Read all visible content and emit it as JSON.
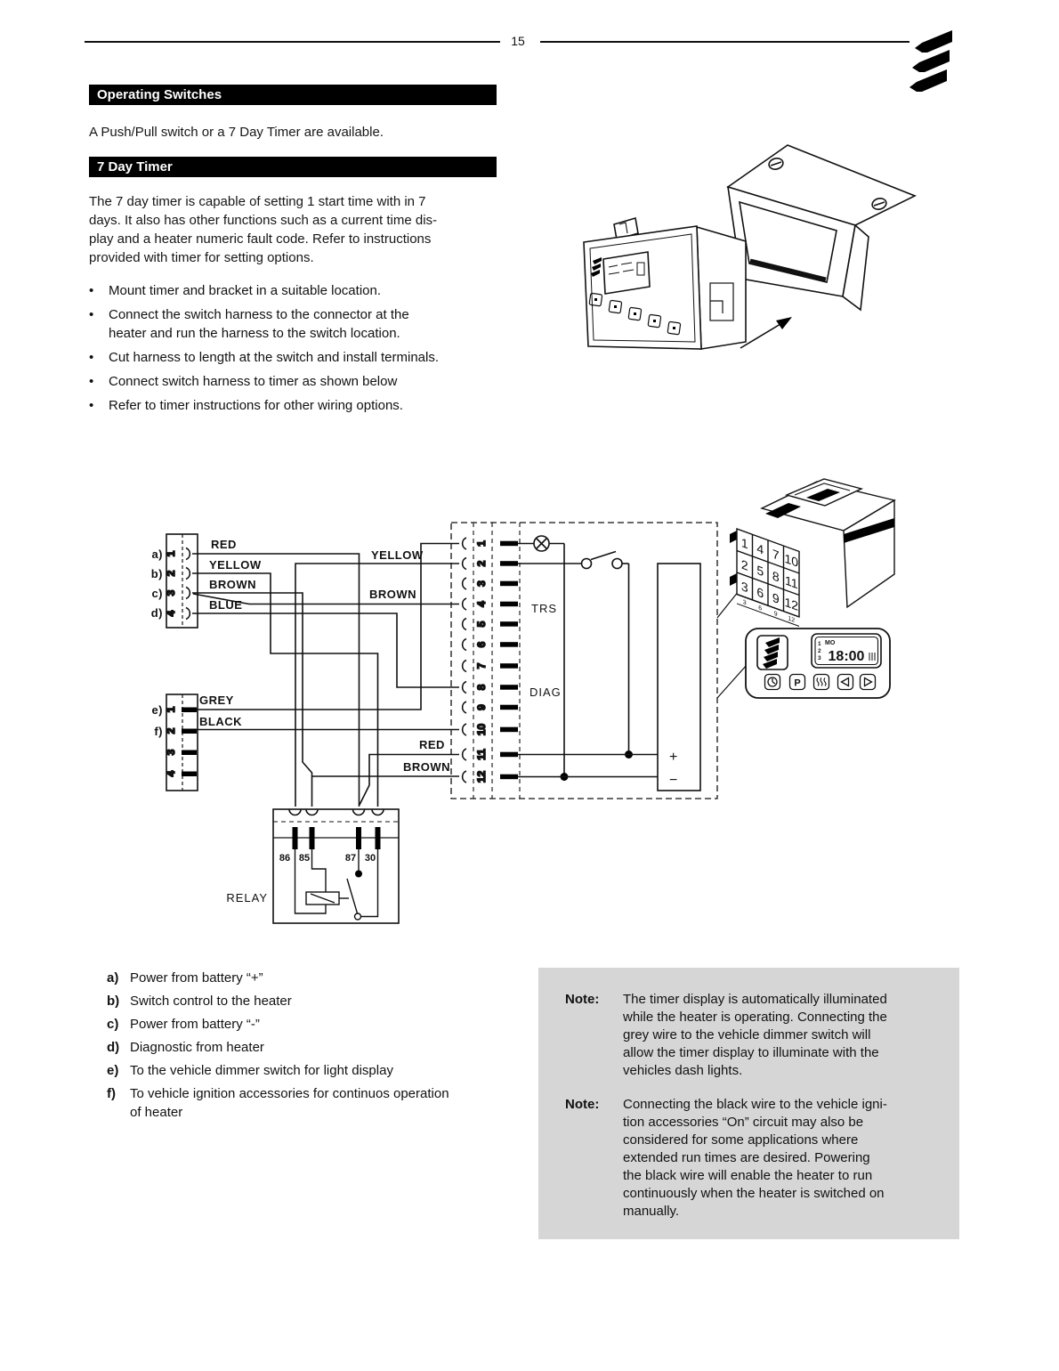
{
  "page": {
    "number": "15"
  },
  "header": {
    "title_1": "Operating Switches",
    "intro": "A Push/Pull switch or a 7 Day Timer are available.",
    "title_2": "7 Day Timer"
  },
  "timer_section": {
    "paragraph": "The 7 day timer is capable of setting 1 start time with in 7\ndays.  It also has other functions such as a current time dis-\nplay and a heater numeric fault code. Refer to instructions\nprovided with timer for setting options.",
    "bullets": [
      "Mount timer and bracket in a suitable location.",
      "Connect the switch harness to the connector at the\nheater and run the harness to the switch location.",
      "Cut harness to length at the switch and install terminals.",
      "Connect switch harness to timer as shown below",
      "Refer to timer instructions for other wiring options."
    ]
  },
  "diagram": {
    "connector_a": {
      "rows": [
        {
          "label": "a)",
          "pin": "1",
          "wire": "RED"
        },
        {
          "label": "b)",
          "pin": "2",
          "wire": "YELLOW"
        },
        {
          "label": "c)",
          "pin": "3",
          "wire": "BROWN"
        },
        {
          "label": "d)",
          "pin": "4",
          "wire": "BLUE"
        }
      ]
    },
    "connector_b": {
      "rows": [
        {
          "label": "e)",
          "pin": "1",
          "wire": "GREY"
        },
        {
          "label": "f)",
          "pin": "2",
          "wire": "BLACK"
        },
        {
          "label": "",
          "pin": "3",
          "wire": ""
        },
        {
          "label": "",
          "pin": "4",
          "wire": ""
        }
      ]
    },
    "mid_labels": {
      "yellow": "YELLOW",
      "brown": "BROWN",
      "red": "RED",
      "brown2": "BROWN"
    },
    "timer_block": {
      "pins": [
        "1",
        "2",
        "3",
        "4",
        "5",
        "6",
        "7",
        "8",
        "9",
        "10",
        "11",
        "12"
      ],
      "trs": "TRS",
      "diag": "DIAG",
      "plus": "+",
      "minus": "−"
    },
    "relay": {
      "label": "RELAY",
      "pins": [
        "86",
        "85",
        "87",
        "30"
      ]
    },
    "plug": {
      "numbers": [
        "1",
        "2",
        "3",
        "4",
        "5",
        "6",
        "7",
        "8",
        "9",
        "10",
        "11",
        "12"
      ],
      "edge_numbers": [
        "3",
        "6",
        "9",
        "12"
      ]
    },
    "timer_face": {
      "day": "MO",
      "time": "18:00",
      "side": [
        "1",
        "2",
        "3"
      ],
      "button_p": "P"
    }
  },
  "legend": {
    "items": [
      {
        "key": "a)",
        "text": "Power from battery “+”"
      },
      {
        "key": "b)",
        "text": "Switch control to the heater"
      },
      {
        "key": "c)",
        "text": "Power from battery “-”"
      },
      {
        "key": "d)",
        "text": "Diagnostic from heater"
      },
      {
        "key": "e)",
        "text": "To the vehicle dimmer switch for light display"
      },
      {
        "key": "f)",
        "text": "To vehicle ignition accessories for continuos operation\nof heater"
      }
    ]
  },
  "notes": [
    {
      "label": "Note:",
      "text": "The timer display is automatically illuminated\nwhile the heater is operating. Connecting the\ngrey wire to the vehicle dimmer switch will\nallow the timer display to illuminate with the\nvehicles dash lights."
    },
    {
      "label": "Note:",
      "text": "Connecting the black wire to the vehicle igni-\ntion accessories “On” circuit may also be\nconsidered for some applications where\nextended run times are desired. Powering\nthe black wire will enable the heater to run\ncontinuously when the heater is switched on\nmanually."
    }
  ]
}
